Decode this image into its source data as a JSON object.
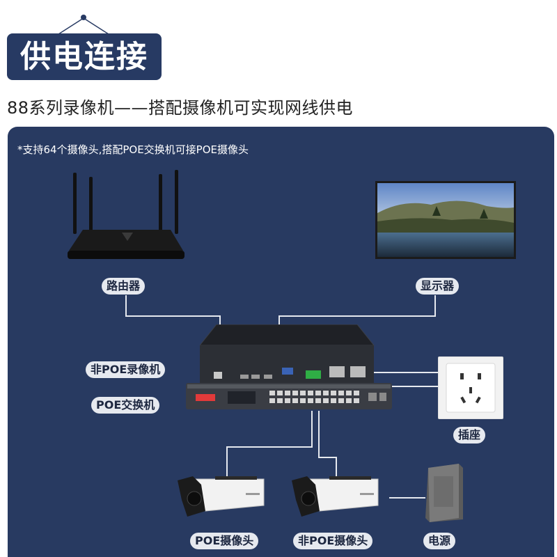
{
  "header": {
    "title": "供电连接",
    "subtitle": "88系列录像机——搭配摄像机可实现网线供电"
  },
  "panel": {
    "note": "*支持64个摄像头,搭配POE交换机可接POE摄像头"
  },
  "labels": {
    "router": "路由器",
    "monitor": "显示器",
    "nvr": "非POE录像机",
    "switch": "POE交换机",
    "socket": "插座",
    "poe_camera": "POE摄像头",
    "non_poe_camera": "非POE摄像头",
    "power_supply": "电源"
  },
  "icons": {
    "router": "router-icon",
    "monitor": "monitor-icon",
    "nvr": "nvr-icon",
    "switch": "poe-switch-icon",
    "socket": "wall-socket-icon",
    "camera": "bullet-camera-icon",
    "power": "power-adapter-icon"
  },
  "colors": {
    "panel": "#283a61",
    "badge": "#273a63",
    "pill": "#e6e9ef",
    "wire": "#e6e9ef"
  }
}
